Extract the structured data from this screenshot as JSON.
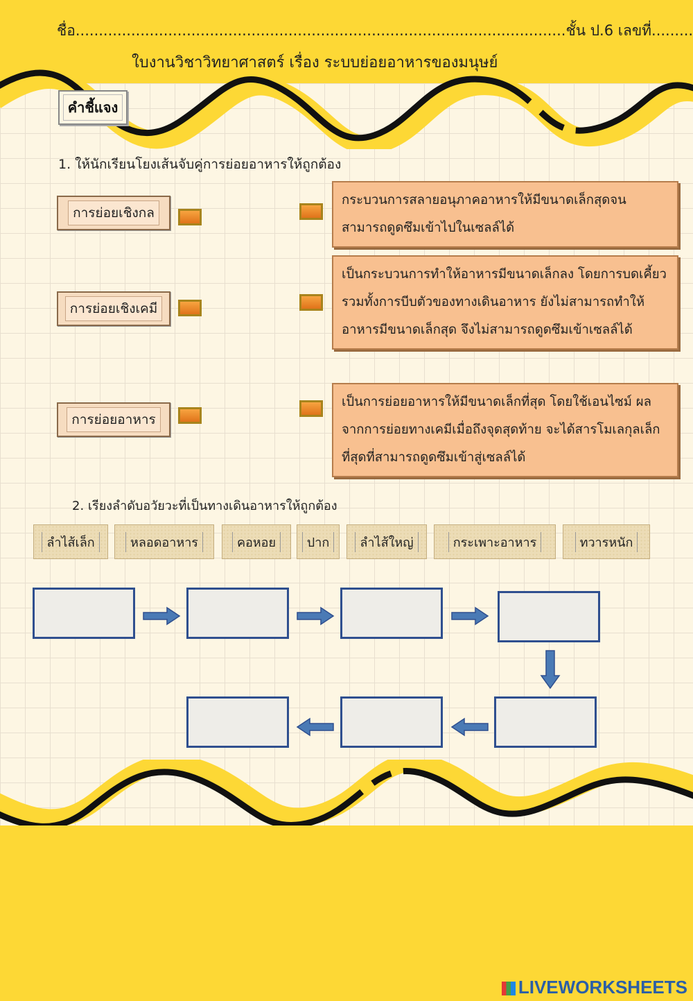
{
  "header": {
    "name_line": "ชื่อ..........................................................................................................ชั้น ป.6 เลขที่............",
    "subject_title": "ใบงานวิชาวิทยาศาสตร์      เรื่อง ระบบย่อยอาหารของมนุษย์"
  },
  "instructions_label": "คำชี้แจง",
  "question1": {
    "prompt": "1. ให้นักเรียนโยงเส้นจับคู่การย่อยอาหารให้ถูกต้อง",
    "terms": [
      "การย่อยเชิงกล",
      "การย่อยเชิงเคมี",
      "การย่อยอาหาร"
    ],
    "definitions": [
      "กระบวนการสลายอนุภาคอาหารให้มีขนาดเล็กสุดจนสามารถดูดซึมเข้าไปในเซลล์ได้",
      "เป็นกระบวนการทำให้อาหารมีขนาดเล็กลง โดยการบดเคี้ยว รวมทั้งการบีบตัวของทางเดินอาหาร ยังไม่สามารถทำให้อาหารมีขนาดเล็กสุด จึงไม่สามารถดูดซึมเข้าเซลล์ได้",
      "เป็นการย่อยอาหารให้มีขนาดเล็กที่สุด โดยใช้เอนไซม์ ผลจากการย่อยทางเคมีเมื่อถึงจุดสุดท้าย จะได้สารโมเลกุลเล็กที่สุดที่สามารถดูดซึมเข้าสู่เซลล์ได้"
    ]
  },
  "question2": {
    "prompt": "2. เรียงลำดับอวัยวะที่เป็นทางเดินอาหารให้ถูกต้อง",
    "word_bank": [
      "ลำไส้เล็ก",
      "หลอดอาหาร",
      "คอหอย",
      "ปาก",
      "ลำไส้ใหญ่",
      "กระเพาะอาหาร",
      "ทวารหนัก"
    ],
    "answer_slots": [
      "",
      "",
      "",
      "",
      "",
      "",
      ""
    ]
  },
  "colors": {
    "background_yellow": "#fdd835",
    "grid_paper": "#fdf6e3",
    "definition_box": "#f8c090",
    "slot_border": "#2f4f8f",
    "arrow": "#4a7ab5"
  },
  "watermark": "LIVEWORKSHEETS"
}
